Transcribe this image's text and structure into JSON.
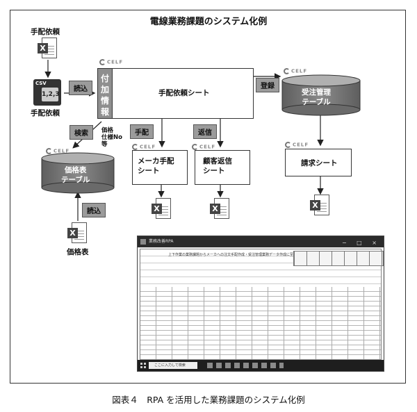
{
  "title": "電線業務課題のシステム化例",
  "caption": "図表４　RPA を活用した業務課題のシステム化例",
  "celf_label": "CELF",
  "csv_icon": {
    "label": "CSV",
    "digits": "1,2,3"
  },
  "excel_badge": "X",
  "labels": {
    "order_request_top": "手配依頼",
    "order_request_csv": "手配依頼",
    "price_list": "価格表",
    "side_hint": "価格\n仕様No\n等"
  },
  "tags": {
    "read_top": "読込",
    "search": "検索",
    "arrange": "手配",
    "reply": "返信",
    "register": "登録",
    "read_bottom": "読込"
  },
  "side_panel": "付\n加\n情\n報",
  "main_sheet": "手配依頼シート",
  "order_table": "受注管理\nテーブル",
  "price_table": "価格表\nテーブル",
  "maker_sheet": "メーカ手配\nシート",
  "customer_sheet": "顧客返信\nシート",
  "billing_sheet": "請求シート",
  "screenshot": {
    "window_title": "業務改善RPA",
    "window_controls": "− □ ×",
    "sheet_heading": "上下作業の業務課題からメーカへの注文手配作成・受注管理業務データ作成に至る一連作業",
    "search_text": "ここに入力して検索"
  },
  "colors": {
    "cylinder_top": "#b0b0b0",
    "cylinder_body": "#7c7c7c",
    "tag_bg": "#9b9b9b"
  }
}
